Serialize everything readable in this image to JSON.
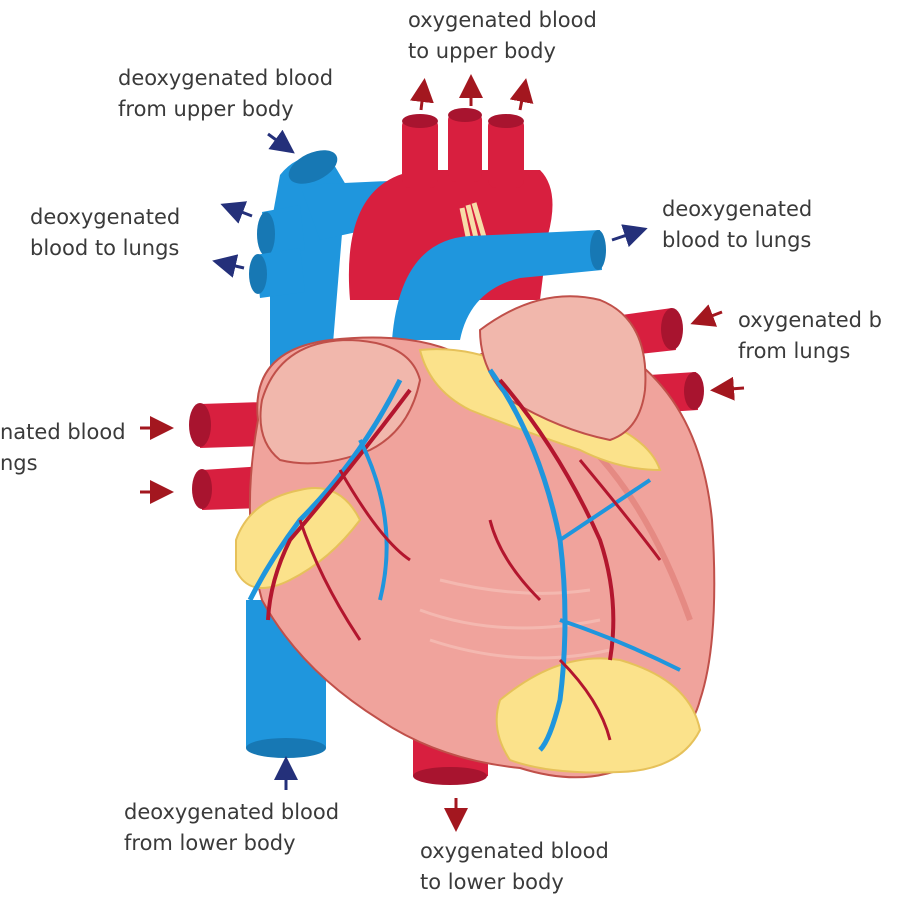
{
  "colors": {
    "oxygenated": "#d81f3f",
    "deoxygenated": "#1f96dd",
    "muscle": "#f0a39c",
    "fat": "#fbe28b",
    "arrow_oxygenated": "#a3171f",
    "arrow_deoxygenated": "#24307a",
    "text": "#3a3a3a"
  },
  "labels": {
    "upper_body_out": {
      "line1": "oxygenated blood",
      "line2": "to upper body"
    },
    "upper_body_in": {
      "line1": "deoxygenated blood",
      "line2": "from upper body"
    },
    "lungs_out_left": {
      "line1": "deoxygenated",
      "line2": "blood to lungs"
    },
    "lungs_out_right": {
      "line1": "deoxygenated",
      "line2": "blood to lungs"
    },
    "lungs_in_right": {
      "line1": "oxygenated b",
      "line2": "from lungs"
    },
    "lungs_in_left": {
      "line1": "nated blood",
      "line2": "ngs"
    },
    "lower_body_in": {
      "line1": "deoxygenated blood",
      "line2": "from lower body"
    },
    "lower_body_out": {
      "line1": "oxygenated blood",
      "line2": "to lower body"
    }
  }
}
